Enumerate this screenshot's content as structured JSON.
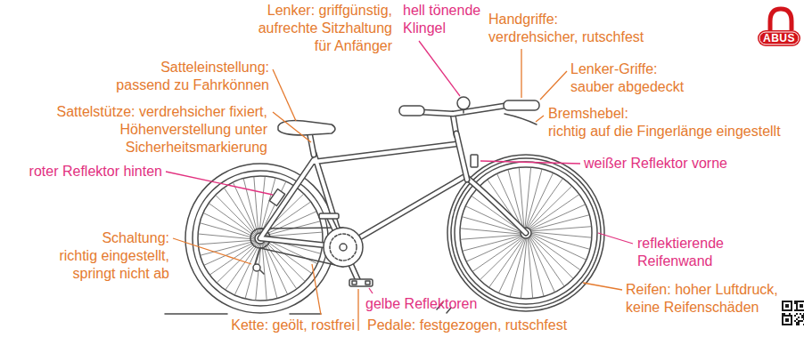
{
  "diagram": {
    "labels": [
      "Lenker: griffgünstig, aufrechte Sitzhaltung für Anfänger",
      "hell tönende Klingel",
      "Handgriffe: verdrehsicher, rutschfest",
      "ABUS",
      "Satteleinstellung: passend zu Fahrkönnen",
      "Lenker-Griffe: sauber abgedeckt",
      "Sattelstütze: verdrehsicher fixiert, Höhenverstellung unter Sicherheitsmarkierung",
      "Bremshebel: richtig auf die Fingerlänge eingestellt",
      "weißer Reflektor vorne",
      "roter Reflektor hinten",
      "Schaltung: richtig eingestellt, springt nicht ab",
      "reflektierende Reifenwand",
      "Reifen: hoher Luftdruck, keine Reifenschäden",
      "gelbe Reflektoren",
      "Kette: geölt, rostfrei",
      "Pedale: festgezogen, rutschfest"
    ]
  }
}
